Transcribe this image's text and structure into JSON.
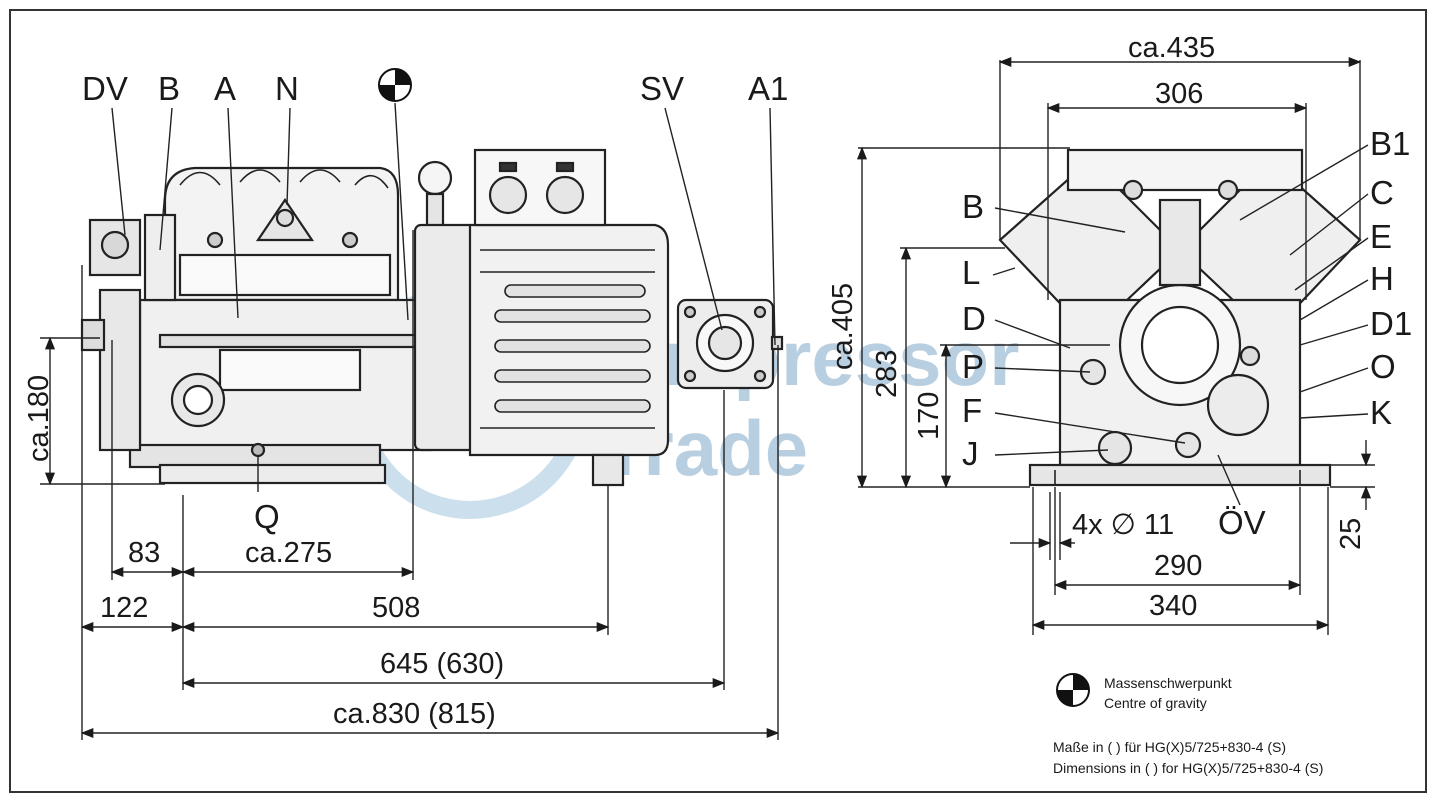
{
  "side_view": {
    "top_labels": [
      "DV",
      "B",
      "A",
      "N",
      "SV",
      "A1"
    ],
    "bottom_label": "Q",
    "dims": {
      "height": "ca.180",
      "d83": "83",
      "d275": "ca.275",
      "d122": "122",
      "d508": "508",
      "d645": "645 (630)",
      "d830": "ca.830 (815)"
    }
  },
  "end_view": {
    "left_labels": [
      "B",
      "L",
      "D",
      "P",
      "F",
      "J"
    ],
    "right_labels": [
      "B1",
      "C",
      "E",
      "H",
      "D1",
      "O",
      "K"
    ],
    "bottom_labels": [
      "4x ∅ 11",
      "ÖV"
    ],
    "dims": {
      "width_total": "ca.435",
      "width_top": "306",
      "height_total": "ca.405",
      "h283": "283",
      "h170": "170",
      "h25": "25",
      "w290": "290",
      "w340": "340"
    }
  },
  "watermark": [
    "Compressor",
    "Trade"
  ],
  "legend": {
    "cog_line1": "Massenschwerpunkt",
    "cog_line2": "Centre of gravity",
    "note_de": "Maße in ( ) für HG(X)5/725+830-4 (S)",
    "note_en": "Dimensions in ( ) for HG(X)5/725+830-4 (S)"
  }
}
